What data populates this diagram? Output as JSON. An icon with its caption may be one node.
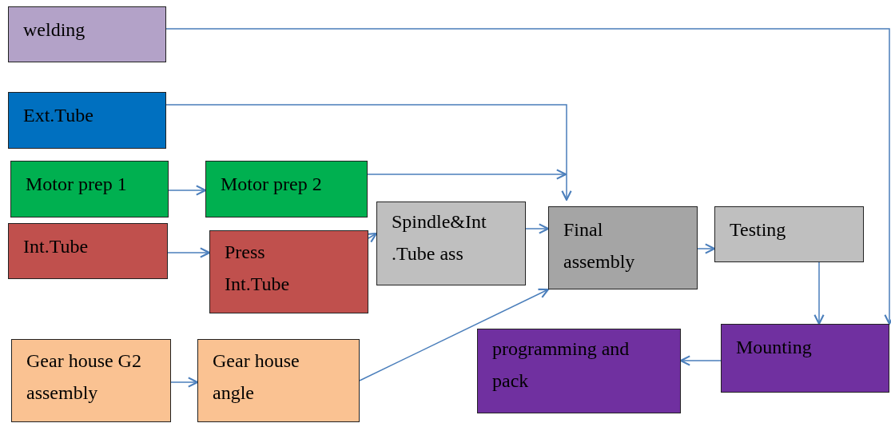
{
  "diagram": {
    "nodes": [
      {
        "text": [
          "welding"
        ]
      },
      {
        "text": [
          "Ext.Tube"
        ]
      },
      {
        "text": [
          "Motor prep 1"
        ]
      },
      {
        "text": [
          "Motor prep 2"
        ]
      },
      {
        "text": [
          "Int.Tube"
        ]
      },
      {
        "text": [
          "Press Int.Tube"
        ]
      },
      {
        "text": [
          "Gear house G2 assembly"
        ]
      },
      {
        "text": [
          "Gear house angle"
        ]
      },
      {
        "text": [
          "Spindle&Int .Tube ass"
        ]
      },
      {
        "text": [
          "Final assembly"
        ]
      },
      {
        "text": [
          "Testing"
        ]
      },
      {
        "text": [
          "Mounting"
        ]
      },
      {
        "text": [
          "programming and pack"
        ]
      }
    ],
    "edges": [
      {
        "from": 0,
        "to": 11,
        "arrow": "to"
      },
      {
        "from": 1,
        "to": 9,
        "arrow": "to"
      },
      {
        "from": 2,
        "to": 3,
        "arrow": "to"
      },
      {
        "from": 3,
        "to": 9,
        "arrow": "to"
      },
      {
        "from": 4,
        "to": 5,
        "arrow": "to"
      },
      {
        "from": 5,
        "to": 8,
        "arrow": "to"
      },
      {
        "from": 8,
        "to": 9,
        "arrow": "to"
      },
      {
        "from": 6,
        "to": 7,
        "arrow": "to"
      },
      {
        "from": 7,
        "to": 9,
        "arrow": "to"
      },
      {
        "from": 9,
        "to": 10,
        "arrow": "to"
      },
      {
        "from": 10,
        "to": 11,
        "arrow": "to"
      },
      {
        "from": 11,
        "to": 12,
        "arrow": "to"
      }
    ]
  }
}
